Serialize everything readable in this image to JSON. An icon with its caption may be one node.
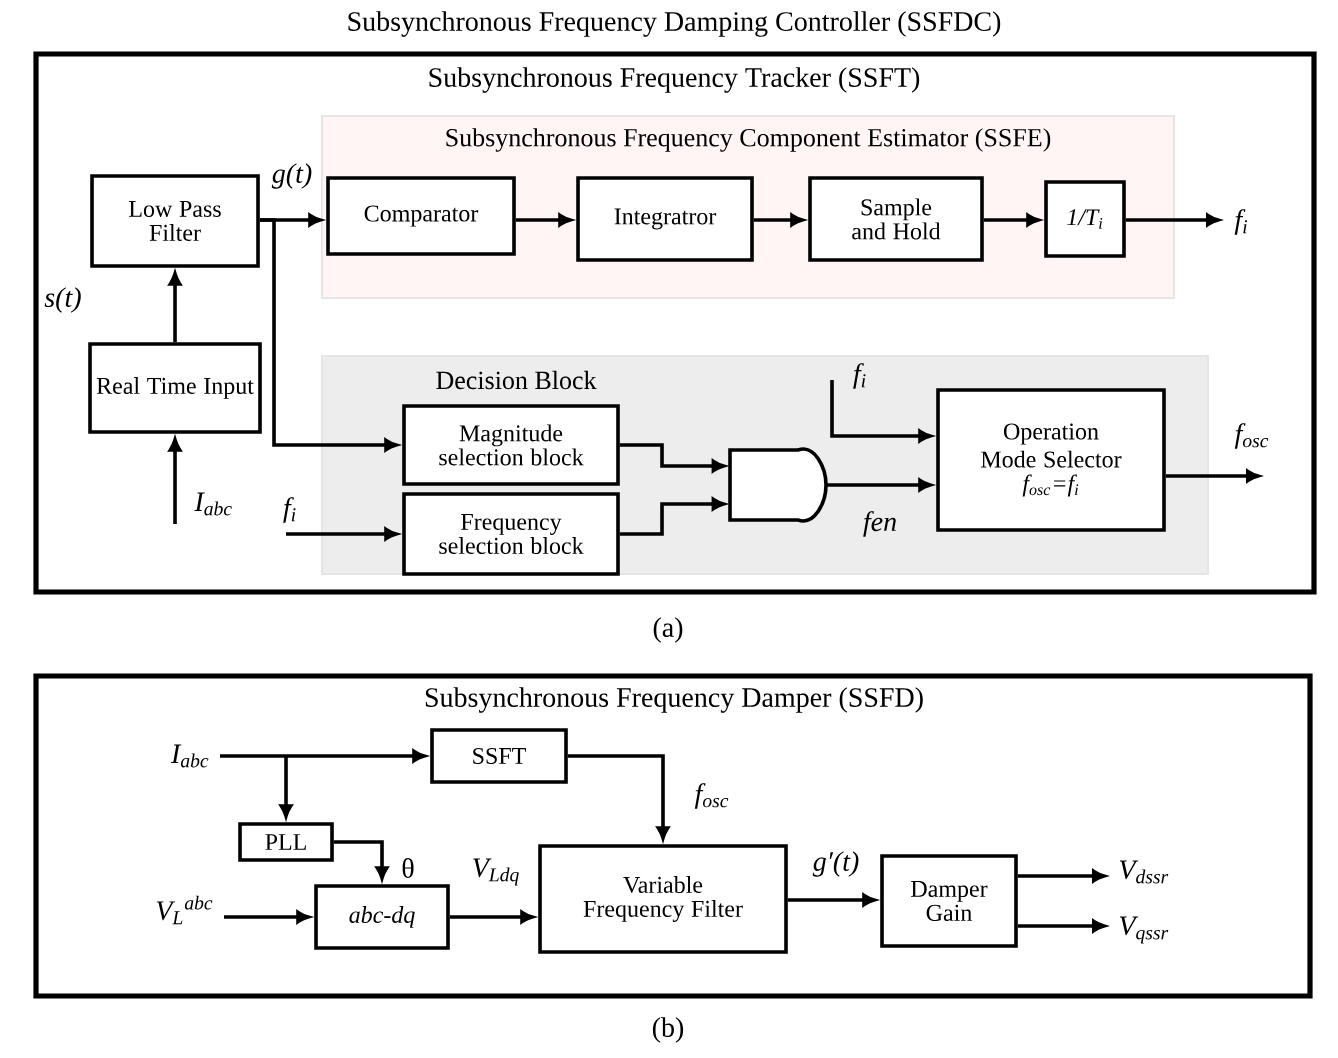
{
  "diagram": {
    "nodes": [
      {
        "text": [
          "Subsynchronous Frequency Damping Controller (SSFDC)",
          "Subsynchronous Frequency Tracker (SSFT)"
        ]
      },
      {
        "text": [
          "Subsynchronous Frequency Component Estimator (SSFE)"
        ],
        "in": 0
      },
      {
        "text": [
          "Low Pass Filter"
        ],
        "in": 0
      },
      {
        "text": [
          "Comparator"
        ],
        "in": 1
      },
      {
        "text": [
          "Integratror"
        ],
        "in": 1
      },
      {
        "text": [
          "Sample and Hold"
        ],
        "in": 1
      },
      {
        "text": [
          "1/T$_{i}$"
        ],
        "in": 1
      },
      {
        "text": [
          "Real Time Input"
        ],
        "in": 0
      },
      {
        "text": [
          "Decision Block"
        ],
        "in": 0
      },
      {
        "text": [
          "Magnitude selection block"
        ],
        "in": 8
      },
      {
        "text": [
          "Frequency selection block"
        ],
        "in": 8
      },
      {
        "text": [],
        "shape": "gate",
        "in": 8
      },
      {
        "text": [
          "Operation Mode Selector",
          "f$_{osc}$=f$_{i}$"
        ],
        "in": 8
      },
      {
        "text": [
          "Subsynchronous Frequency Damper (SSFD)"
        ]
      },
      {
        "text": [
          "SSFT"
        ],
        "in": 13
      },
      {
        "text": [
          "PLL"
        ],
        "in": 13
      },
      {
        "text": [
          "abc-dq"
        ],
        "in": 13
      },
      {
        "text": [
          "Variable Frequency Filter"
        ],
        "in": 13
      },
      {
        "text": [
          "Damper Gain"
        ],
        "in": 13
      }
    ],
    "edges": [
      {
        "from": null,
        "to": 7,
        "arrow": "to",
        "label": "I$_{abc}$"
      },
      {
        "from": 7,
        "to": 2,
        "arrow": "to",
        "label": "s(t)"
      },
      {
        "from": 2,
        "to": 3,
        "arrow": "to",
        "label": "g(t)"
      },
      {
        "from": 2,
        "to": 9,
        "arrow": "to"
      },
      {
        "from": 3,
        "to": 4,
        "arrow": "to"
      },
      {
        "from": 4,
        "to": 5,
        "arrow": "to"
      },
      {
        "from": 5,
        "to": 6,
        "arrow": "to"
      },
      {
        "from": 6,
        "to": null,
        "arrow": "to",
        "label": "f$_{i}$"
      },
      {
        "from": null,
        "to": 10,
        "arrow": "to",
        "label": "f$_{i}$"
      },
      {
        "from": 9,
        "to": 11,
        "arrow": "to"
      },
      {
        "from": 10,
        "to": 11,
        "arrow": "to"
      },
      {
        "from": null,
        "to": 12,
        "arrow": "to",
        "label": "f$_{i}$"
      },
      {
        "from": 11,
        "to": 12,
        "arrow": "to",
        "label": "fen"
      },
      {
        "from": 12,
        "to": null,
        "arrow": "to",
        "label": "f$_{osc}$"
      },
      {
        "from": null,
        "to": 14,
        "arrow": "to",
        "label": "I$_{abc}$"
      },
      {
        "from": null,
        "to": 15,
        "arrow": "to"
      },
      {
        "from": 14,
        "to": 17,
        "arrow": "to",
        "label": "f$_{osc}$"
      },
      {
        "from": 15,
        "to": 16,
        "arrow": "to",
        "label": "θ"
      },
      {
        "from": null,
        "to": 16,
        "arrow": "to",
        "label": "V$_{L}$$^{abc}$"
      },
      {
        "from": 16,
        "to": 17,
        "arrow": "to",
        "label": "V$_{Ldq}$"
      },
      {
        "from": 17,
        "to": 18,
        "arrow": "to",
        "label": "g′(t)"
      },
      {
        "from": 18,
        "to": null,
        "arrow": "to",
        "label": "V$_{dssr}$"
      },
      {
        "from": 18,
        "to": null,
        "arrow": "to",
        "label": "V$_{qssr}$"
      }
    ],
    "labels": [
      "(a)",
      "(b)"
    ]
  }
}
